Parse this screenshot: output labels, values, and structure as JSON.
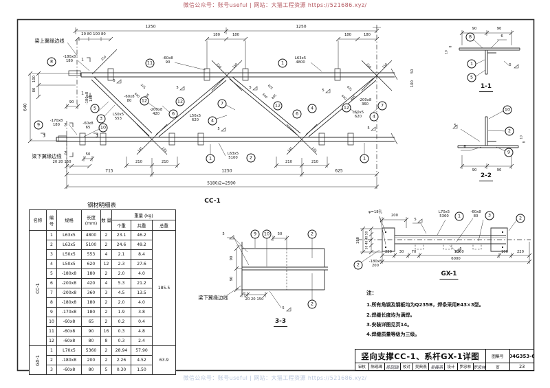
{
  "watermark": {
    "header": "微信公众号：账号useful | 网站：大猫工程资源 https://521686.xyz/",
    "footer": "微信公众号：账号useful | 网站：大猫工程资源 https://521686.xyz/"
  },
  "labels": {
    "beam_top": "梁上翼缘边线",
    "beam_bottom": "梁下翼缘边线",
    "cc1_title": "CC-1",
    "gx1_title": "GX-1",
    "sec11": "1-1",
    "sec22": "2-2",
    "sec33": "3-3",
    "hole": "φ=18孔"
  },
  "dims": {
    "d1250": "1250",
    "d180": "180",
    "d640": "640",
    "d100": "100",
    "d80": "80",
    "d90": "90",
    "d50": "50",
    "d210": "210",
    "d715": "715",
    "d625": "625",
    "d2590": "5180/2=2590",
    "d145": "145",
    "d150": "150",
    "d525": "525",
    "d805": "805",
    "d200": "200",
    "d220": "220",
    "d30": "30",
    "d70": "70",
    "d5360": "5360",
    "d6000": "6000",
    "d20s": "20 80 100 80",
    "d20b": "20 20 150",
    "d5040": "50 40 40 50",
    "d10": "10",
    "d8": "8",
    "weld5": "5",
    "weld6": "6",
    "sec1": "1",
    "sec2": "2",
    "sec3": "3"
  },
  "specs": {
    "p1": "L63x5\n4800",
    "p2": "L63x5\n5100",
    "p3": "L50x5\n553",
    "p4": "L50x5\n620",
    "p6": "-200x8\n420",
    "p7": "-200x8\n360",
    "p8": "-180x8\n180",
    "p9": "-170x8\n180",
    "p10": "-60x8\n65",
    "p11": "-60x8\n90",
    "p12": "-60x8\n80",
    "g1": "L70x5\n5360",
    "g2": "-180x8\n200"
  },
  "callouts": {
    "n1": "1",
    "n2": "2",
    "n3": "3",
    "n4": "4",
    "n5": "5",
    "n6": "6",
    "n7": "7",
    "n8": "8",
    "n9": "9",
    "n10": "10",
    "n11": "11",
    "n12": "12"
  },
  "notes": {
    "head": "注：",
    "n1": "1.所有角钢及钢板均为Q235B，焊条采用E43×3型。",
    "n2": "2.焊缝长度均为满焊。",
    "n3": "3.安装详图见页14。",
    "n4": "4.焊缝质量等级为三级。"
  },
  "table": {
    "title": "钢材明细表",
    "h": {
      "name": "名称",
      "no": "编 号",
      "spec": "规格",
      "len": "长度 (mm)",
      "qty": "数 量",
      "wt": "重量 (kg)",
      "unit": "个重",
      "tot": "共重",
      "grand": "总重"
    },
    "grp": [
      "CC-1",
      "GX-1"
    ],
    "totals": [
      "185.5",
      "63.9"
    ],
    "rows": [
      [
        "1",
        "L63x5",
        "4800",
        "2",
        "23.1",
        "46.2"
      ],
      [
        "2",
        "L63x5",
        "5100",
        "2",
        "24.6",
        "49.2"
      ],
      [
        "3",
        "L50x5",
        "553",
        "4",
        "2.1",
        "8.4"
      ],
      [
        "4",
        "L50x5",
        "620",
        "12",
        "2.3",
        "27.6"
      ],
      [
        "5",
        "-180x8",
        "180",
        "2",
        "2.0",
        "4.0"
      ],
      [
        "6",
        "-200x8",
        "420",
        "4",
        "5.3",
        "21.2"
      ],
      [
        "7",
        "-200x8",
        "360",
        "3",
        "4.5",
        "13.5"
      ],
      [
        "8",
        "-180x8",
        "180",
        "2",
        "2.0",
        "4.0"
      ],
      [
        "9",
        "-170x8",
        "180",
        "2",
        "1.9",
        "3.8"
      ],
      [
        "10",
        "-60x8",
        "65",
        "2",
        "0.2",
        "0.4"
      ],
      [
        "11",
        "-60x8",
        "90",
        "16",
        "0.3",
        "4.8"
      ],
      [
        "12",
        "-60x8",
        "80",
        "8",
        "0.3",
        "2.4"
      ],
      [
        "1",
        "L70x5",
        "5360",
        "2",
        "28.94",
        "57.90"
      ],
      [
        "2",
        "-180x8",
        "200",
        "2",
        "2.26",
        "4.52"
      ],
      [
        "3",
        "-60x8",
        "80",
        "5",
        "0.30",
        "1.50"
      ]
    ]
  },
  "titleblock": {
    "title": "竖向支撑CC-1、系杆GX-1详图",
    "atlas_label": "图集号",
    "atlas_no": "04G353-6",
    "review_label": "审核",
    "reviewer": "陈砚璋",
    "reviewer_sig": "陈砚璋",
    "check_label": "校对",
    "checker": "吴典燕",
    "checker_sig": "吴典燕",
    "design_label": "设计",
    "designer": "罗忠林",
    "designer_sig": "罗忠林",
    "page_label": "页",
    "page_no": "23"
  }
}
